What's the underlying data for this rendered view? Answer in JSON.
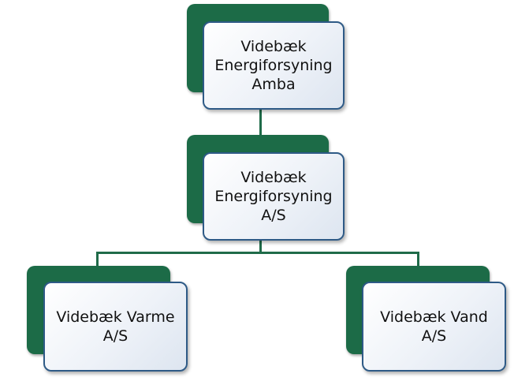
{
  "nodes": {
    "top": {
      "label": "Videbæk\nEnergiforsyning\nAmba"
    },
    "middle": {
      "label": "Videbæk\nEnergiforsyning\nA/S"
    },
    "left": {
      "label": "Videbæk Varme\nA/S"
    },
    "right": {
      "label": "Videbæk Vand\nA/S"
    }
  },
  "colors": {
    "back_shape": "#1c6b47",
    "connector": "#1f6b49",
    "front_border": "#2e5a86"
  }
}
